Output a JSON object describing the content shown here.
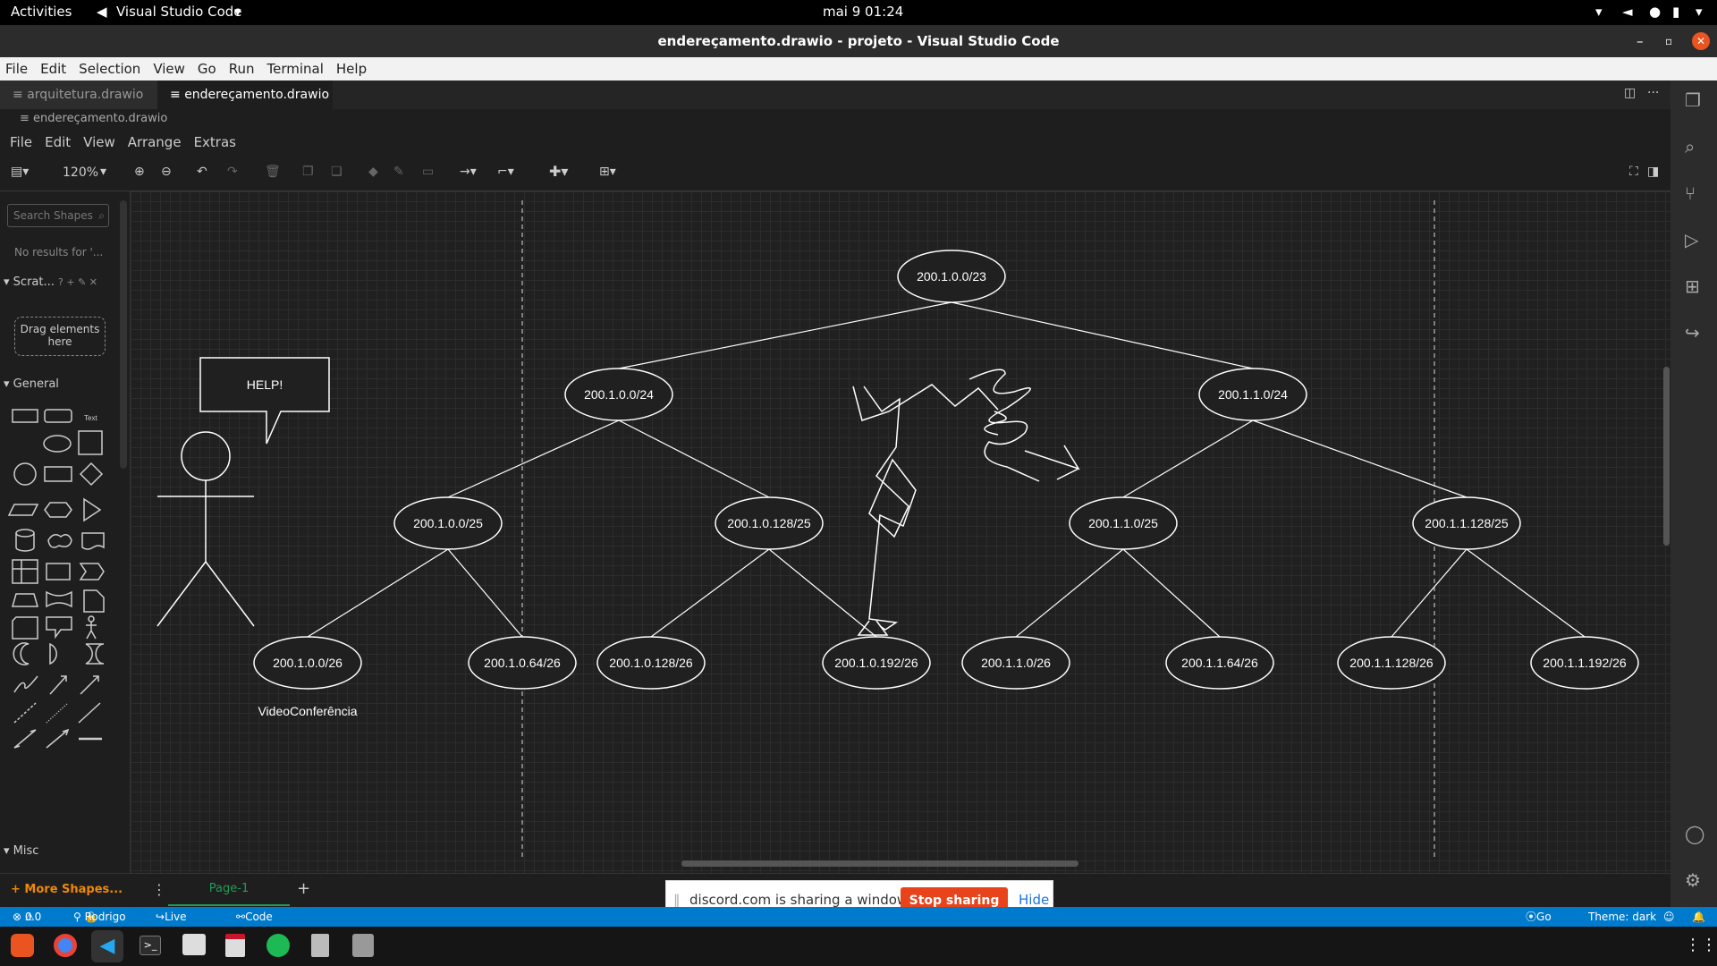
{
  "system": {
    "activities": "Activities",
    "app_name": "Visual Studio Code",
    "clock": "mai 9  01:24"
  },
  "window": {
    "title": "endereçamento.drawio - projeto - Visual Studio Code"
  },
  "menu": [
    "File",
    "Edit",
    "Selection",
    "View",
    "Go",
    "Run",
    "Terminal",
    "Help"
  ],
  "tabs": [
    {
      "label": "arquitetura.drawio",
      "active": false
    },
    {
      "label": "endereçamento.drawio",
      "active": true
    }
  ],
  "breadcrumb": "endereçamento.drawio",
  "drawio_menu": [
    "File",
    "Edit",
    "View",
    "Arrange",
    "Extras"
  ],
  "toolbar": {
    "zoom": "120%"
  },
  "sidebar": {
    "search_placeholder": "Search Shapes",
    "no_results": "No results for '...",
    "scratchpad": "Scrat...",
    "drag_hint": "Drag elements here",
    "general": "General",
    "text_shape": "Text",
    "misc": "Misc",
    "more_shapes": "+ More Shapes..."
  },
  "diagram": {
    "root": "200.1.0.0/23",
    "l24": [
      "200.1.0.0/24",
      "200.1.1.0/24"
    ],
    "l25": [
      "200.1.0.0/25",
      "200.1.0.128/25",
      "200.1.1.0/25",
      "200.1.1.128/25"
    ],
    "l26": [
      "200.1.0.0/26",
      "200.1.0.64/26",
      "200.1.0.128/26",
      "200.1.0.192/26",
      "200.1.1.0/26",
      "200.1.1.64/26",
      "200.1.1.128/26",
      "200.1.1.192/26"
    ],
    "callout": "HELP!",
    "caption": "VideoConferência"
  },
  "page": {
    "tab": "Page-1"
  },
  "share": {
    "message": "discord.com is sharing a window.",
    "stop": "Stop sharing",
    "hide": "Hide"
  },
  "status": {
    "problems": "0",
    "warnings": "0",
    "user": "Rodrigo",
    "live_share": "Live Share",
    "code_link": "Code Link",
    "go_live": "Go Live",
    "theme": "Theme: dark"
  },
  "colors": {
    "accent": "#007acc",
    "stop": "#e8431b",
    "pagetab": "#1f9d55"
  }
}
